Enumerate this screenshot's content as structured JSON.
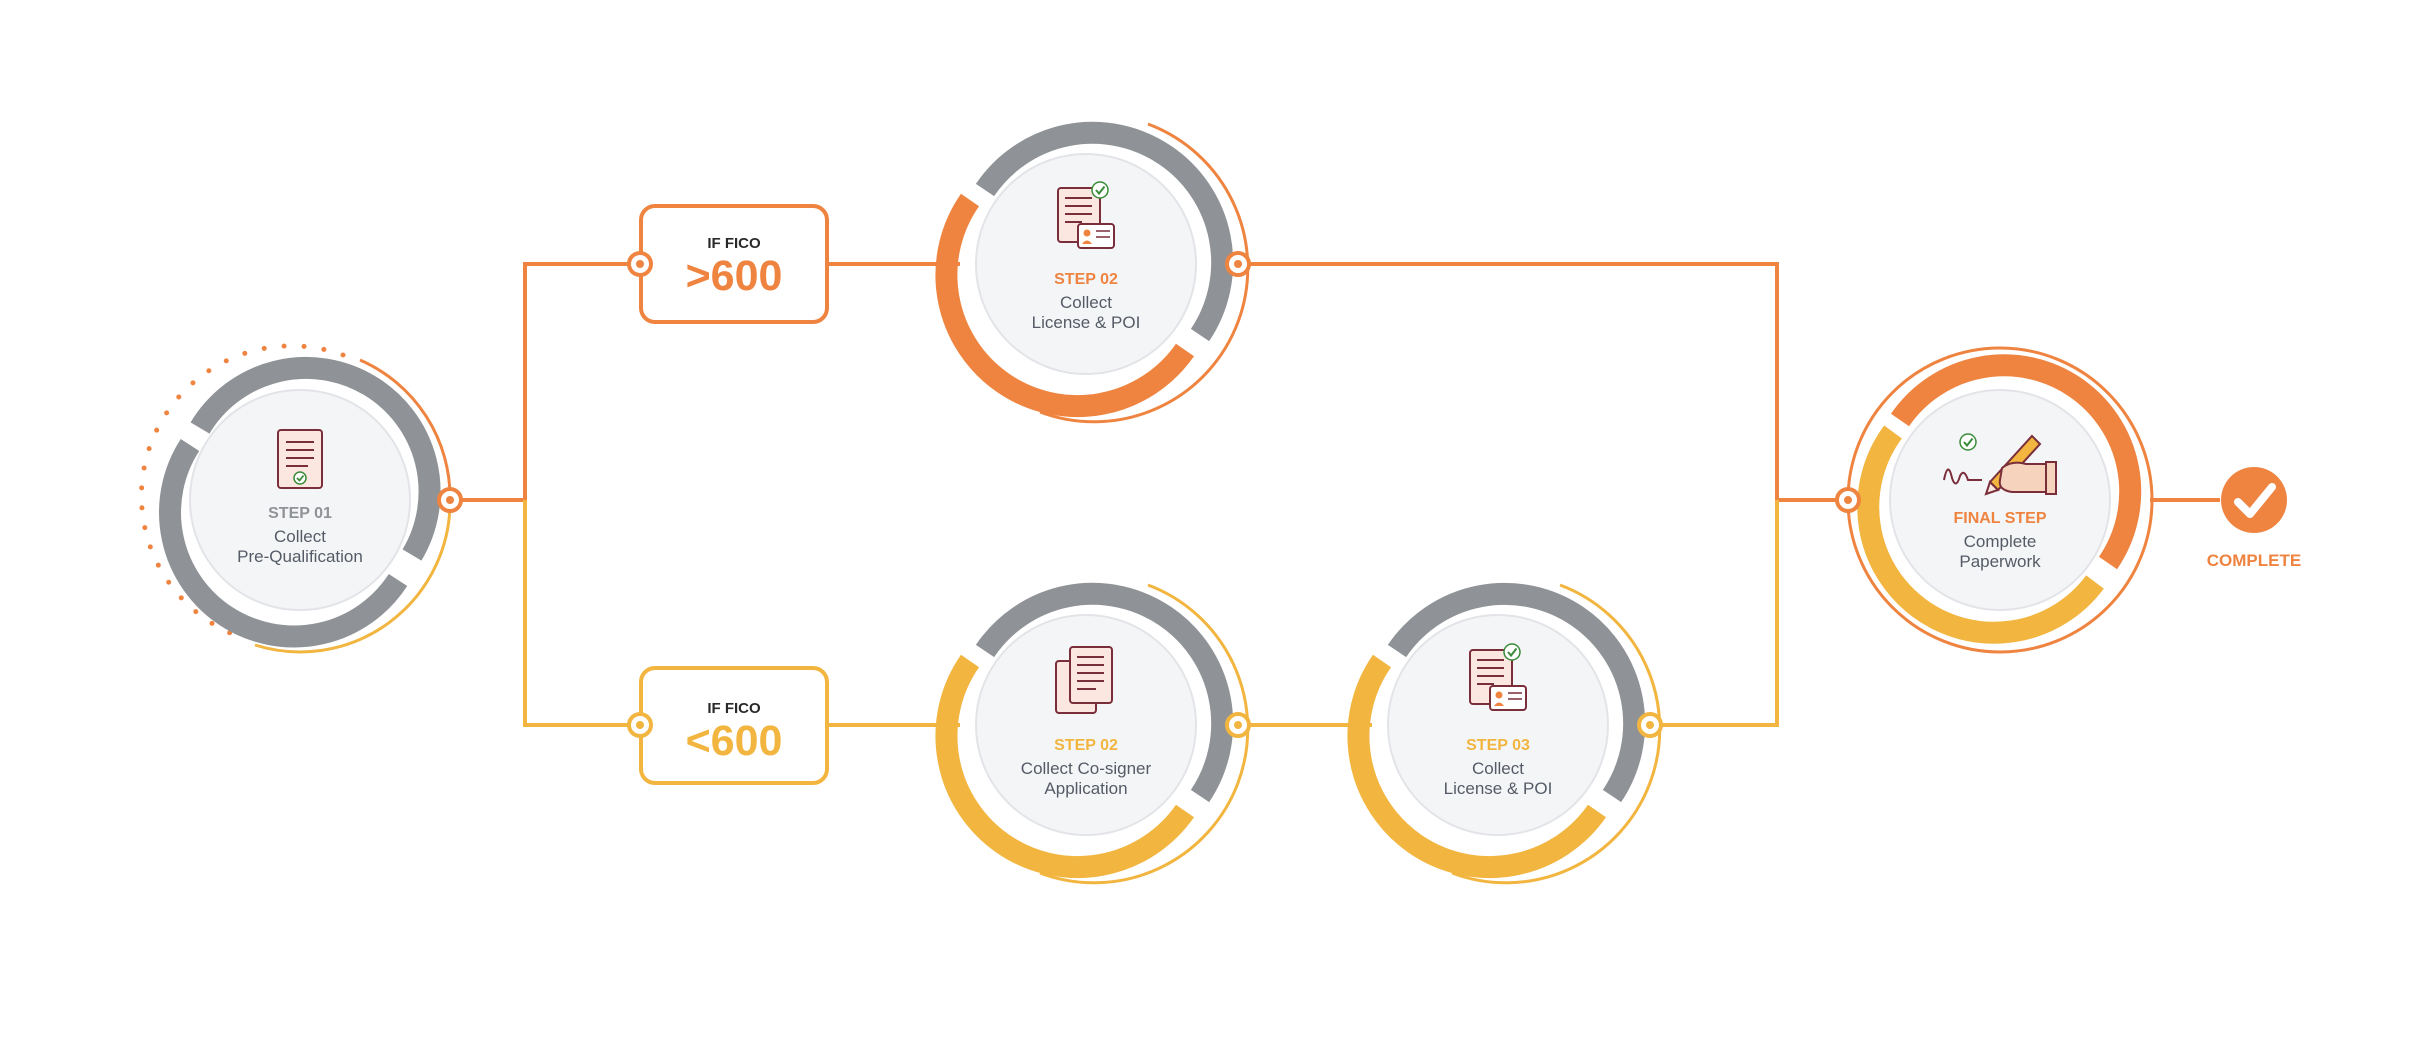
{
  "colors": {
    "orange": "#ef8440",
    "yellow": "#f2b53f",
    "gray": "#8f9296",
    "disc": "#f4f5f7",
    "text": "#555b66",
    "ink": "#7a2e3a"
  },
  "step01": {
    "tag": "STEP 01",
    "line1": "Collect",
    "line2": "Pre-Qualification",
    "icon": "document-check-icon"
  },
  "fico_high": {
    "caption": "IF FICO",
    "value": ">600"
  },
  "fico_low": {
    "caption": "IF FICO",
    "value": "<600"
  },
  "step02_high": {
    "tag": "STEP 02",
    "line1": "Collect",
    "line2": "License & POI",
    "icon": "license-id-icon"
  },
  "step02_low": {
    "tag": "STEP 02",
    "line1": "Collect Co-signer",
    "line2": "Application",
    "icon": "documents-stack-icon"
  },
  "step03_low": {
    "tag": "STEP 03",
    "line1": "Collect",
    "line2": "License & POI",
    "icon": "license-id-icon"
  },
  "final": {
    "tag": "FINAL STEP",
    "line1": "Complete",
    "line2": "Paperwork",
    "icon": "signing-hand-icon"
  },
  "complete": {
    "label": "COMPLETE",
    "icon": "checkmark-icon"
  }
}
